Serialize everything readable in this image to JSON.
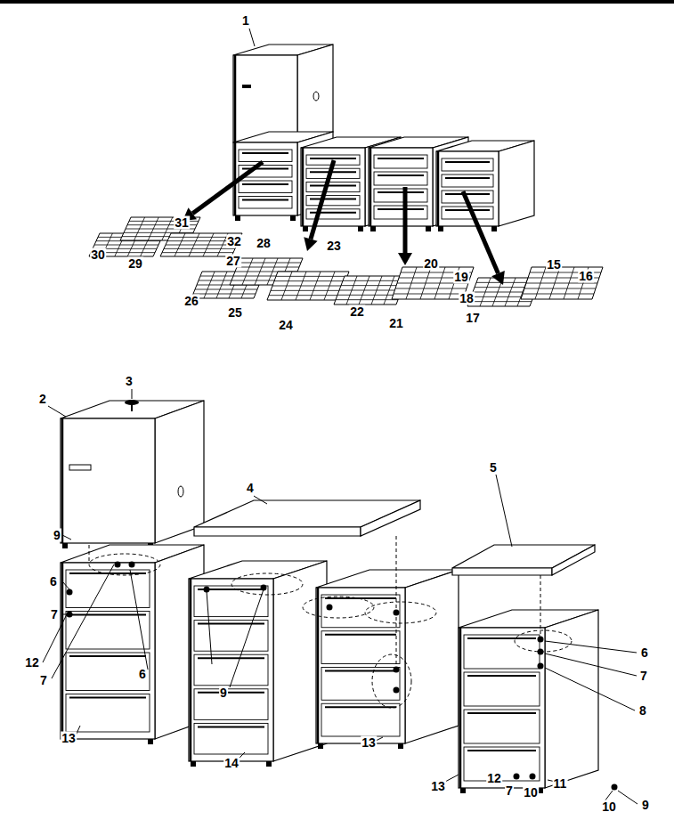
{
  "diagram": {
    "labels": [
      "1",
      "31",
      "32",
      "30",
      "29",
      "28",
      "23",
      "27",
      "20",
      "19",
      "15",
      "16",
      "26",
      "25",
      "24",
      "22",
      "21",
      "18",
      "17",
      "3",
      "2",
      "4",
      "5",
      "9",
      "6",
      "7",
      "12",
      "7",
      "6",
      "9",
      "6",
      "7",
      "8",
      "13",
      "14",
      "13",
      "13",
      "12",
      "7",
      "10",
      "11",
      "10",
      "9"
    ]
  }
}
